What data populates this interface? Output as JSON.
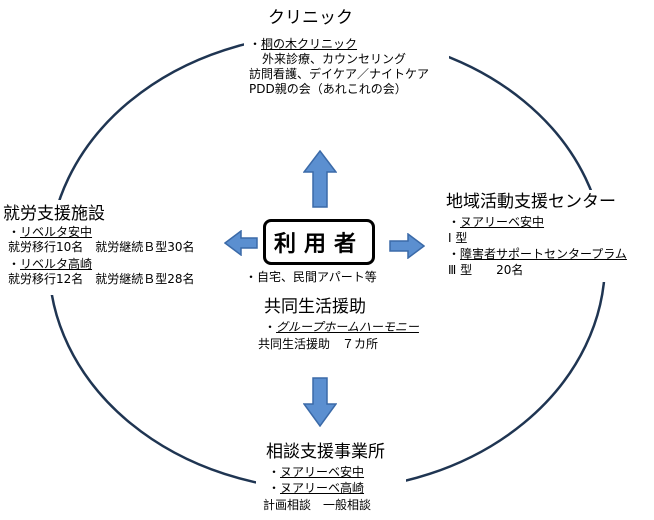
{
  "center": {
    "label": "利用者",
    "home": "・自宅、民間アパート等"
  },
  "clinic": {
    "title": "クリニック",
    "lines": [
      {
        "bullet": "・",
        "text": "桐の木クリニック",
        "underline": true
      },
      {
        "bullet": "",
        "text": "外来診療、カウンセリング",
        "underline": false
      },
      {
        "bullet": "",
        "text": "訪問看護、デイケア／ナイトケア",
        "underline": false
      },
      {
        "bullet": "",
        "text": "PDD親の会（あれこれの会）",
        "underline": false
      }
    ]
  },
  "employment": {
    "title": "就労支援施設",
    "line1_name": "リベルタ安中",
    "line1_detail": "就労移行10名　就労継続Ｂ型30名",
    "line2_name": "リベルタ高崎",
    "line2_detail": "就労移行12名　就労継続Ｂ型28名"
  },
  "regional": {
    "title": "地域活動支援センター",
    "name1": "ヌアリーベ安中",
    "type1": "Ⅰ 型",
    "name2": "障害者サポートセンタープラム",
    "type2": "Ⅲ 型　　20名"
  },
  "group_home": {
    "title": "共同生活援助",
    "name": "グループホームハーモニー",
    "detail": "共同生活援助　７カ所"
  },
  "consult": {
    "title": "相談支援事業所",
    "name1": "ヌアリーベ安中",
    "name2": "ヌアリーベ高崎",
    "detail": "計画相談　一般相談"
  },
  "colors": {
    "arrow_fill": "#5b8fd0",
    "arrow_stroke": "#3b6aa8",
    "ring": "#1f3552"
  }
}
